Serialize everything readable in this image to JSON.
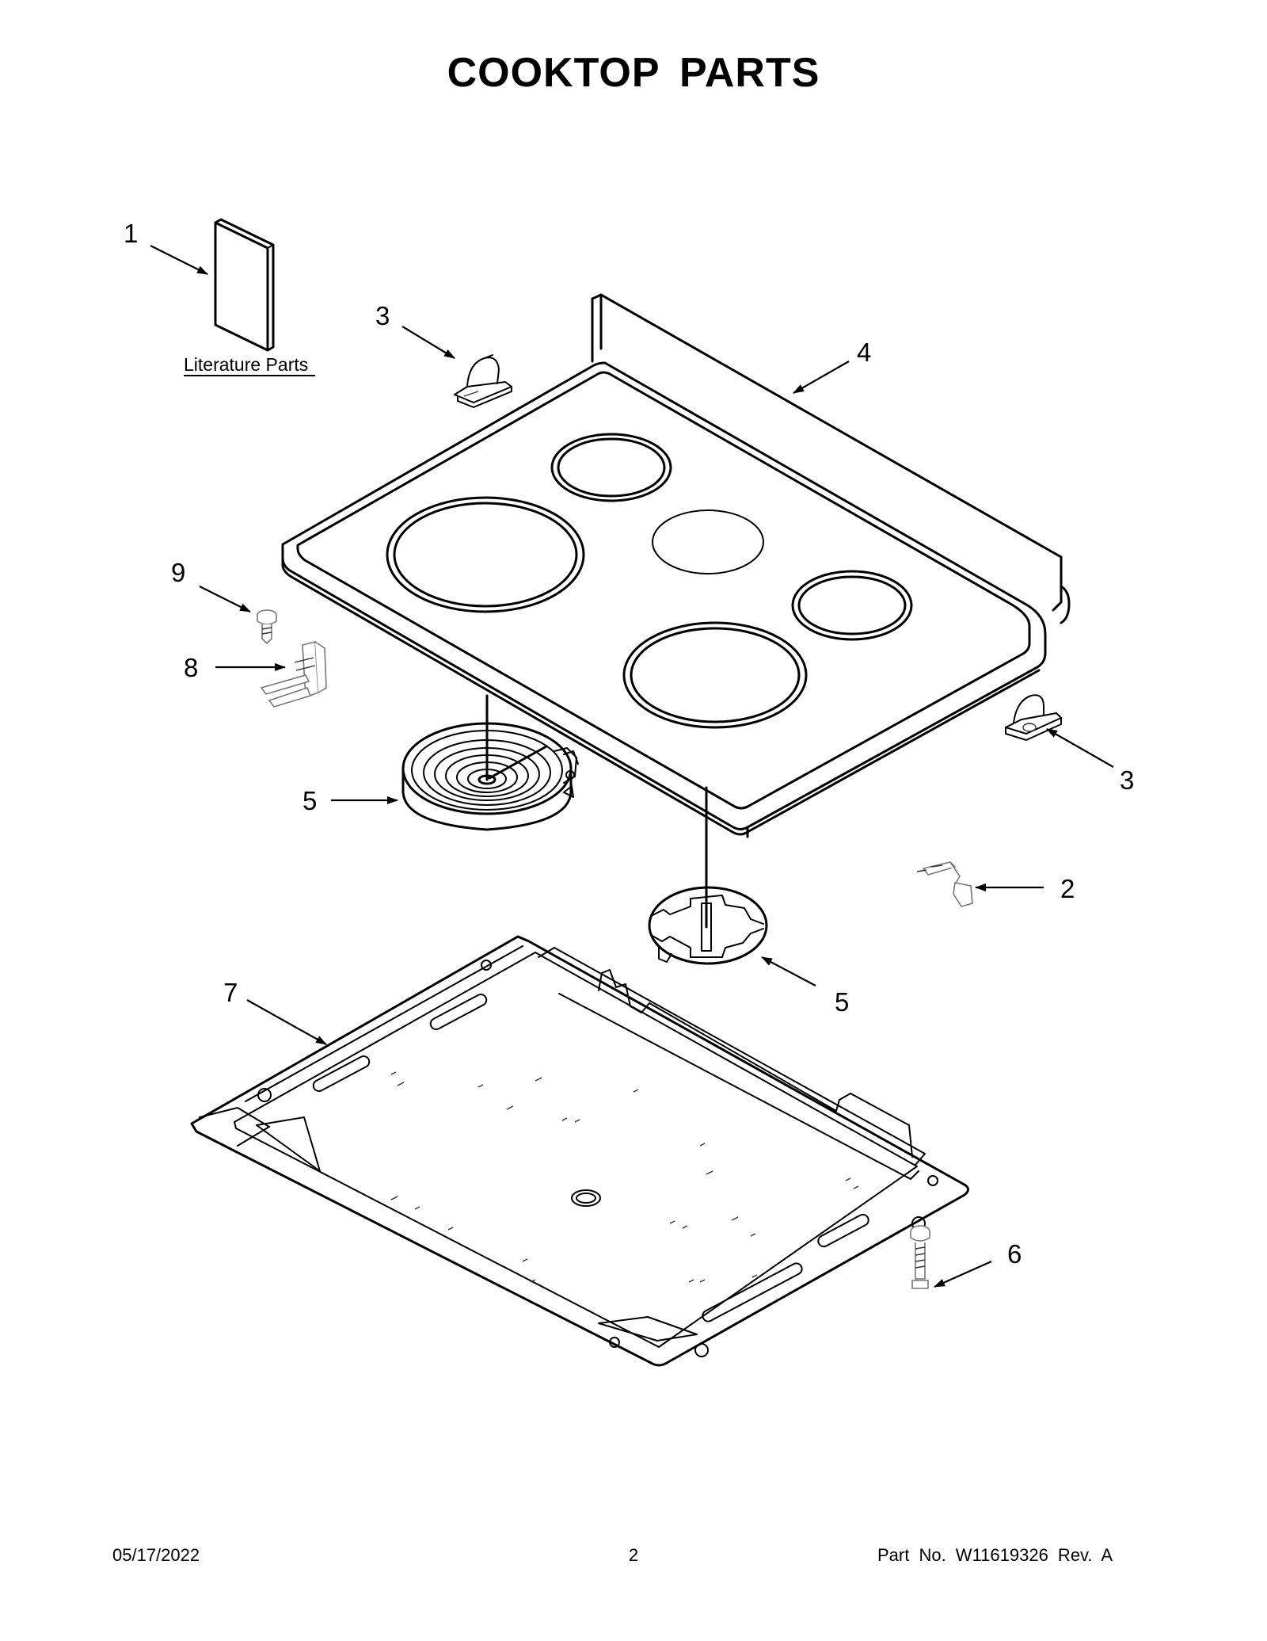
{
  "title": "COOKTOP PARTS",
  "literature_label": "Literature Parts",
  "callouts": {
    "c1": "1",
    "c2": "2",
    "c3a": "3",
    "c3b": "3",
    "c4": "4",
    "c5a": "5",
    "c5b": "5",
    "c6": "6",
    "c7": "7",
    "c8": "8",
    "c9": "9"
  },
  "footer": {
    "date": "05/17/2022",
    "page": "2",
    "part_no": "Part No.  W11619326  Rev.  A"
  }
}
